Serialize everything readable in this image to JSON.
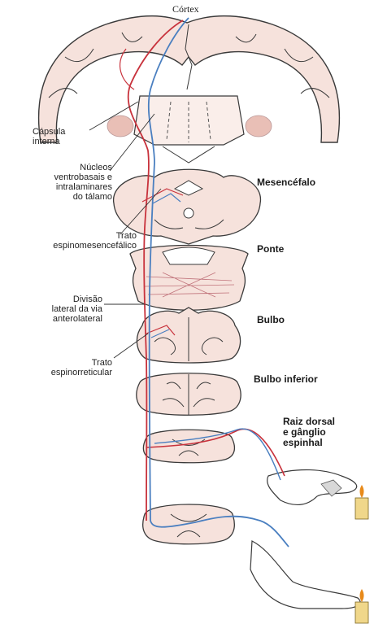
{
  "labels": {
    "cortex": "Córtex",
    "capsula": [
      "Cápsula",
      "interna"
    ],
    "nucleos": [
      "Núcleos",
      "ventrobasais e",
      "intralaminares",
      "do tálamo"
    ],
    "trato_espinomes": [
      "Trato",
      "espinomesencefálico"
    ],
    "divisao": [
      "Divisão",
      "lateral da via",
      "anterolateral"
    ],
    "trato_espinorret": [
      "Trato",
      "espinorreticular"
    ]
  },
  "levels": {
    "mesencefalo": "Mesencéfalo",
    "ponte": "Ponte",
    "bulbo": "Bulbo",
    "bulbo_inferior": "Bulbo inferior",
    "raiz": [
      "Raiz dorsal",
      "e gânglio",
      "espinhal"
    ]
  },
  "colors": {
    "tissue": "#f6e2dc",
    "tissue_dark": "#e9bfb6",
    "outline": "#3a3a3a",
    "pathway_red": "#c8323c",
    "pathway_blue": "#4a7fc0",
    "candle": "#f0d78a",
    "flame": "#e88a1a"
  }
}
